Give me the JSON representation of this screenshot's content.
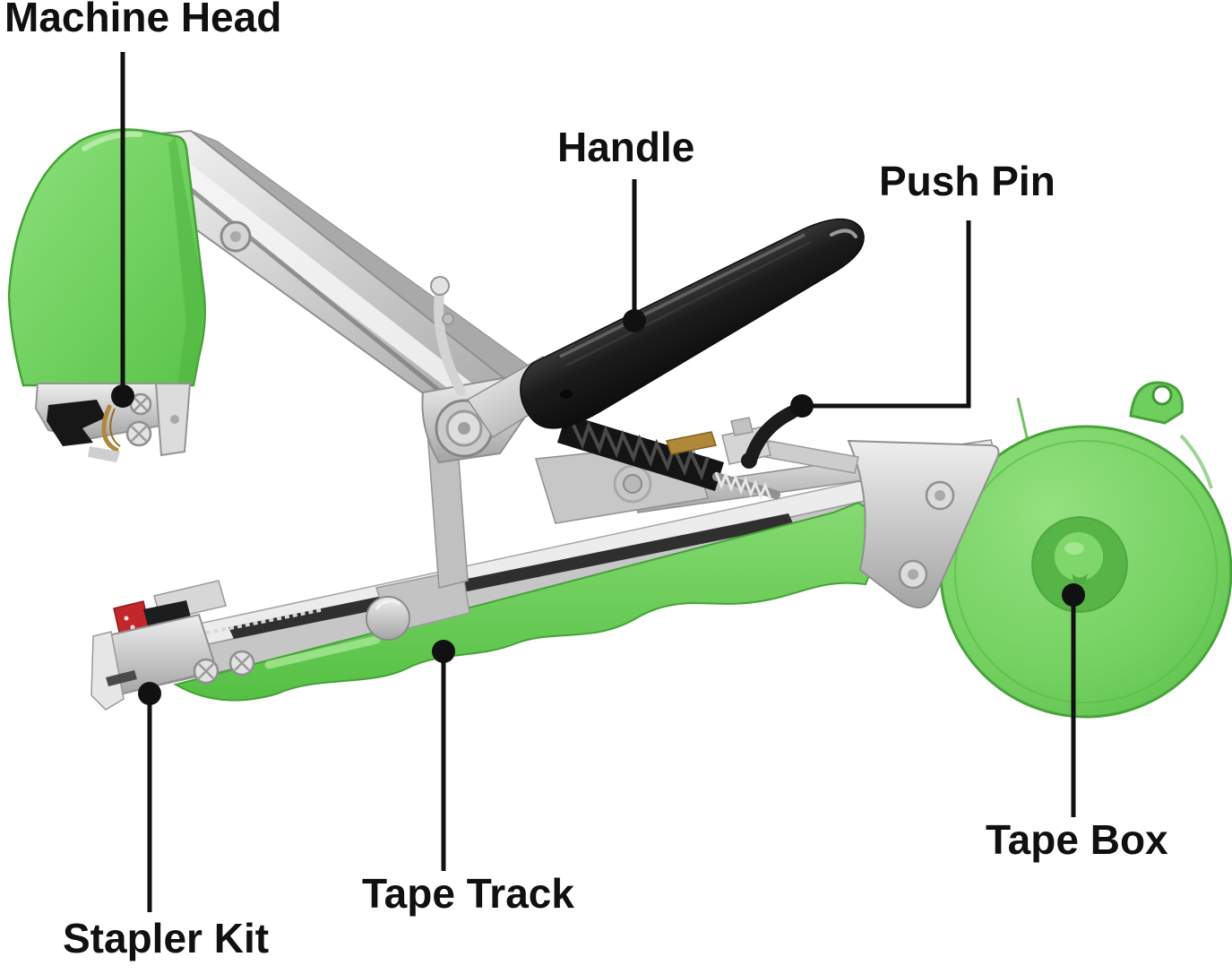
{
  "labels": {
    "machine_head": "Machine Head",
    "handle": "Handle",
    "push_pin": "Push Pin",
    "tape_box": "Tape Box",
    "tape_track": "Tape Track",
    "stapler_kit": "Stapler Kit"
  },
  "colors": {
    "background": "#ffffff",
    "label_text": "#101010",
    "callout_line": "#111111",
    "plastic_green": "#6ecb5c",
    "plastic_green_dark": "#45a238",
    "metal_gray": "#c9c9c9",
    "handle_black": "#1a1a1a",
    "staple_red": "#c3272b",
    "brass": "#b0883a"
  }
}
